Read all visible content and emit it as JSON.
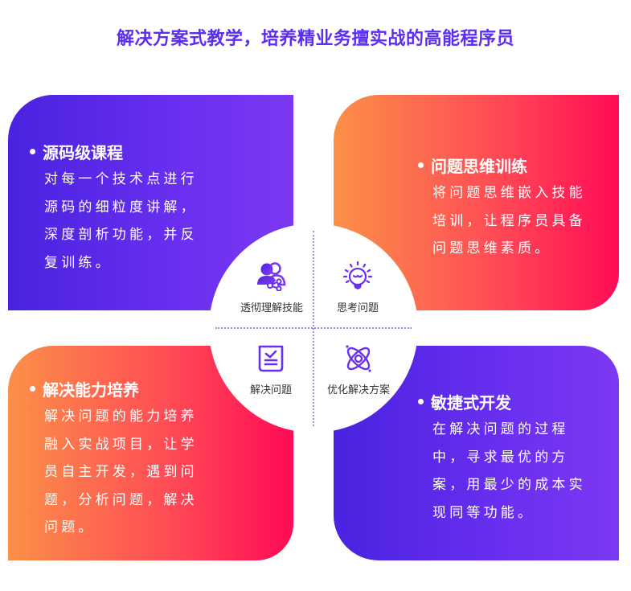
{
  "headline": "解决方案式教学，培养精业务擅实战的高能程序员",
  "colors": {
    "headline": "#5b2df0",
    "purple_start": "#4a22e0",
    "purple_end": "#7c38f2",
    "orange_start": "#fb9048",
    "orange_end": "#ff0b55",
    "icon": "#6a2ff0",
    "divider": "#a78af0"
  },
  "cards": [
    {
      "title": "源码级课程",
      "text": "对每一个技术点进行源码的细粒度讲解，深度剖析功能，并反复训练。"
    },
    {
      "title": "问题思维训练",
      "text": "将问题思维嵌入技能培训，让程序员具备问题思维素质。"
    },
    {
      "title": "解决能力培养",
      "text": "解决问题的能力培养融入实战项目，让学员自主开发，遇到问题，分析问题，解决问题。"
    },
    {
      "title": "敏捷式开发",
      "text": "在解决问题的过程中，寻求最优的方案，用最少的成本实现同等功能。"
    }
  ],
  "center": {
    "quadrants": [
      {
        "label": "透彻理解技能",
        "icon": "users-share-icon"
      },
      {
        "label": "思考问题",
        "icon": "lightbulb-icon"
      },
      {
        "label": "解决问题",
        "icon": "checklist-icon"
      },
      {
        "label": "优化解决方案",
        "icon": "atom-icon"
      }
    ]
  }
}
